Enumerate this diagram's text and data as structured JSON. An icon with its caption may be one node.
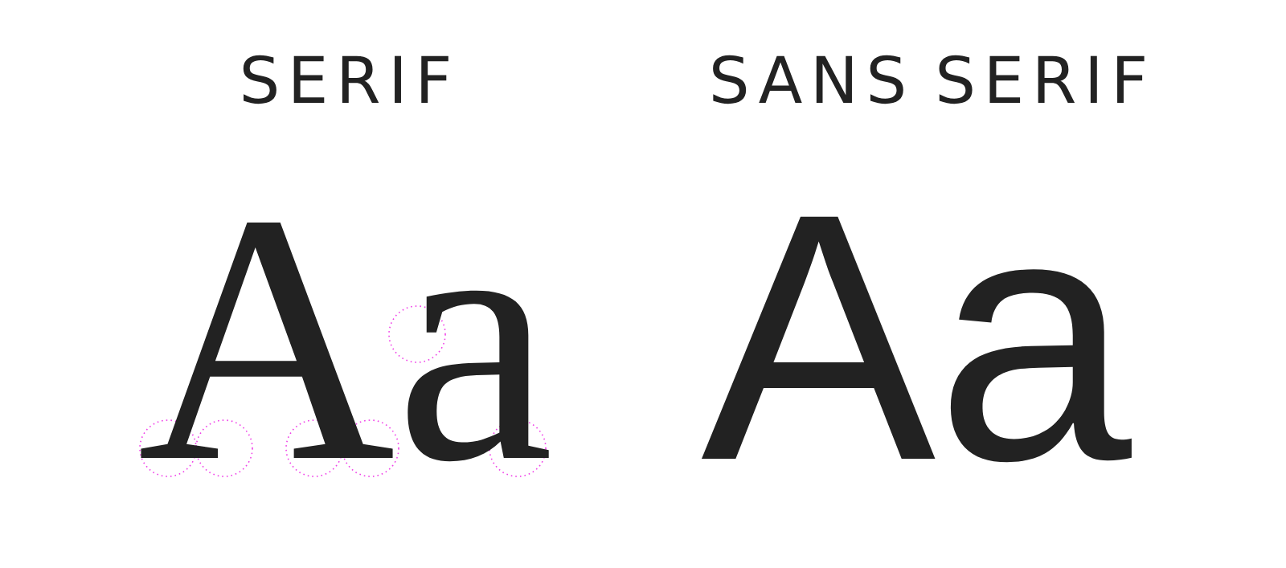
{
  "diagram": {
    "labels": [
      "SERIF",
      "SANS SERIF",
      "Aa",
      "Aa"
    ]
  }
}
